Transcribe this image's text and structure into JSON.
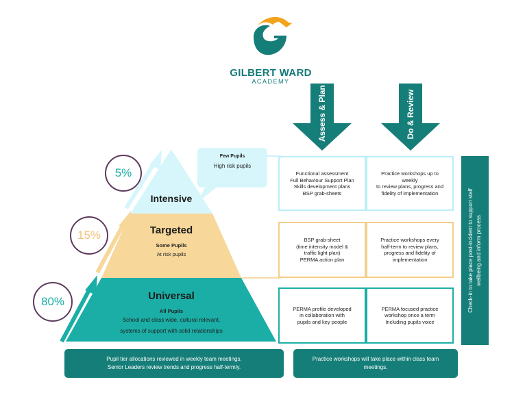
{
  "logo": {
    "name": "GILBERT WARD",
    "subtitle": "ACADEMY"
  },
  "columns": {
    "assess_plan": "Assess & Plan",
    "do_review": "Do & Review"
  },
  "tiers": {
    "intensive": {
      "percent": "5%",
      "title": "Intensive",
      "callout_title": "Few Pupils",
      "callout_text": "High risk pupils",
      "assess": [
        "Functional assessment",
        "Full Behaviour Support Plan",
        "Skills development plans",
        "BSP grab-sheets"
      ],
      "review": [
        "Practice workshops up to weekly",
        "to review plans, progress and",
        "fidelity of implementation"
      ]
    },
    "targeted": {
      "percent": "15%",
      "title": "Targeted",
      "subtitle": "Some Pupils",
      "text": "At risk pupils",
      "assess": [
        "BSP grab-sheet",
        "(time intensity model &",
        "traffic light plan)",
        "PERMA action plan"
      ],
      "review": [
        "Practice workshops every",
        "half-term to review plans,",
        "progress and fidelity of",
        "implementation"
      ]
    },
    "universal": {
      "percent": "80%",
      "title": "Universal",
      "subtitle": "All Pupils",
      "text_lines": [
        "School and class wide, cultural relevant,",
        "systems of support with solid relationships"
      ],
      "assess": [
        "PERMA profile developed",
        "in collaboration with",
        "pupils and key people"
      ],
      "review": [
        "PERMA focused practice",
        "workshop once a term",
        "Including pupils voice"
      ]
    }
  },
  "side_panel": [
    "Check-in to take place post-incident to support staff",
    "wellbeing and inform process"
  ],
  "bottom": {
    "left": [
      "Pupil tier allocations reviewed in weekly team meetings.",
      "Senior Leaders review trends and progress half-termly."
    ],
    "right": [
      "Practice workshops will take place within class team",
      "meetings."
    ]
  },
  "colors": {
    "teal": "#1aaea6",
    "dark_teal": "#167e79",
    "light_cyan": "#d6f6fb",
    "cyan_border": "#bdeef7",
    "sand": "#f7d79a",
    "sand_border": "#f3cf8a",
    "plum": "#5e3b5e",
    "logo_orange": "#f3a41c"
  }
}
